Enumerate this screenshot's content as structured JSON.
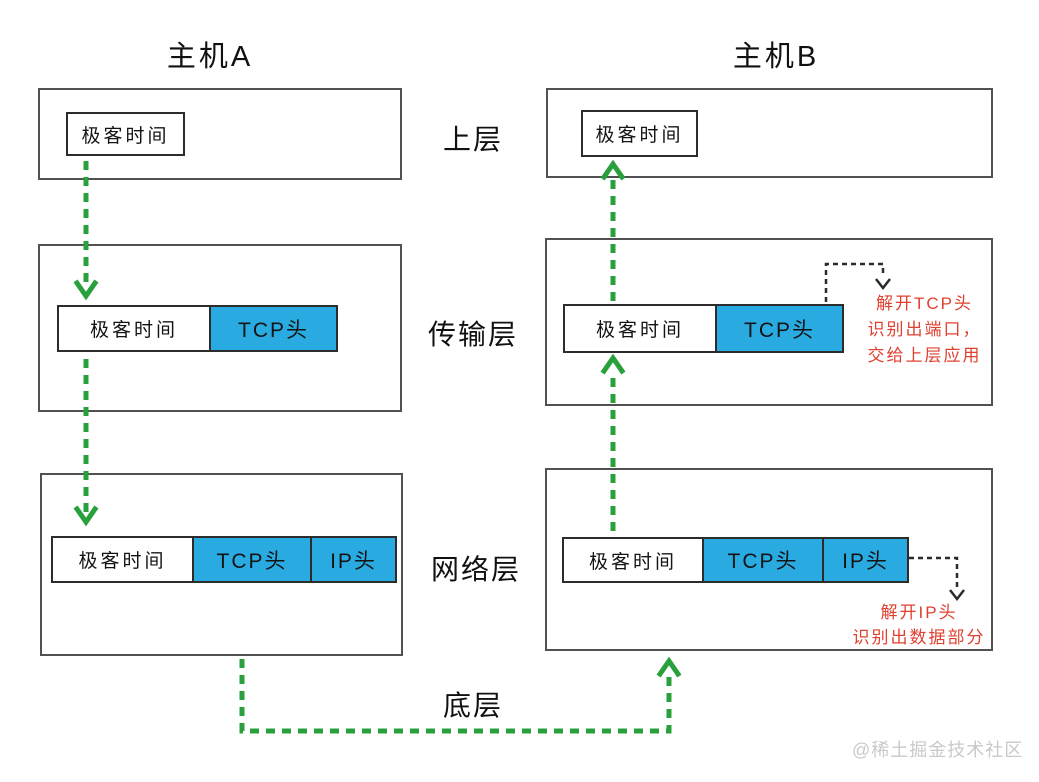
{
  "hosts": {
    "a": "主机A",
    "b": "主机B"
  },
  "layers": {
    "upper": "上层",
    "transport": "传输层",
    "network": "网络层",
    "bottom": "底层"
  },
  "packet": {
    "data": "极客时间",
    "tcp": "TCP头",
    "ip": "IP头"
  },
  "annotations": {
    "tcp": {
      "line1": "解开TCP头",
      "line2": "识别出端口，",
      "line3": "交给上层应用"
    },
    "ip": {
      "line1": "解开IP头",
      "line2": "识别出数据部分"
    }
  },
  "watermark": "@稀土掘金技术社区",
  "colors": {
    "header_blue": "#29abe2",
    "flow_green": "#28a03c",
    "annotation_red": "#e0402f"
  }
}
